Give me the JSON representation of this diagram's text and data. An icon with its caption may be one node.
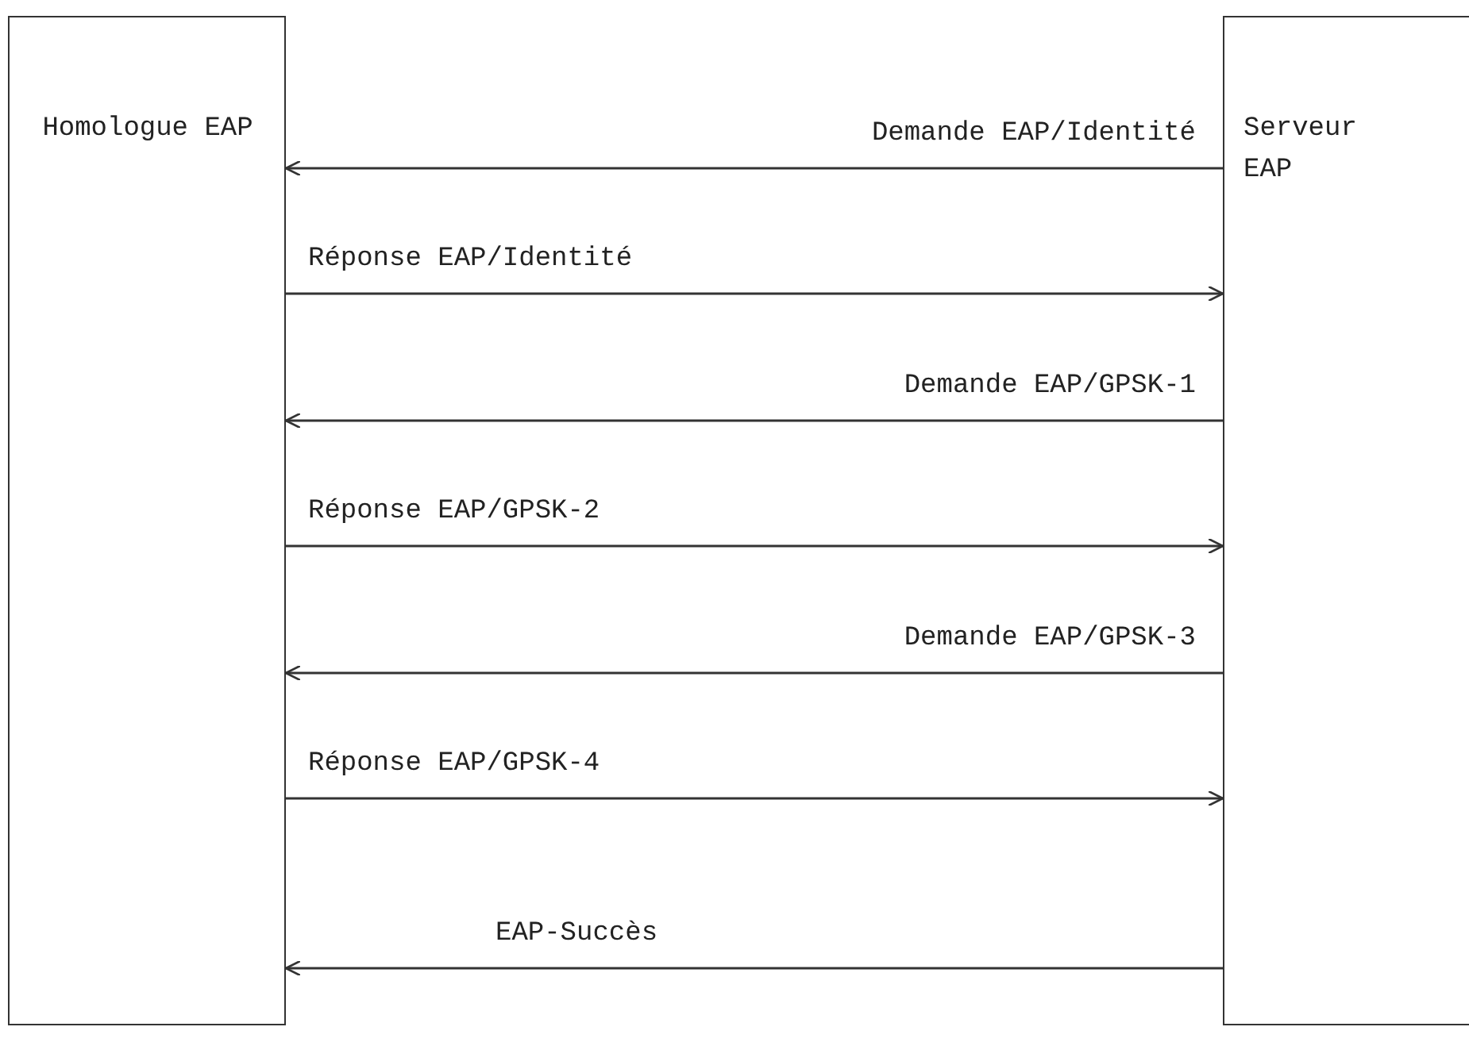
{
  "diagram": {
    "nodes": [
      {
        "text": [
          "Homologue EAP"
        ]
      },
      {
        "text": [
          "Serveur EAP"
        ]
      }
    ],
    "edges": [
      {
        "from": 1,
        "to": 0,
        "arrow": "to",
        "label": "Demande EAP/Identité"
      },
      {
        "from": 0,
        "to": 1,
        "arrow": "to",
        "label": "Réponse EAP/Identité"
      },
      {
        "from": 1,
        "to": 0,
        "arrow": "to",
        "label": "Demande EAP/GPSK-1"
      },
      {
        "from": 0,
        "to": 1,
        "arrow": "to",
        "label": "Réponse EAP/GPSK-2"
      },
      {
        "from": 1,
        "to": 0,
        "arrow": "to",
        "label": "Demande EAP/GPSK-3"
      },
      {
        "from": 0,
        "to": 1,
        "arrow": "to",
        "label": "Réponse EAP/GPSK-4"
      },
      {
        "from": 1,
        "to": 0,
        "arrow": "to",
        "label": "EAP-Succès"
      }
    ]
  }
}
